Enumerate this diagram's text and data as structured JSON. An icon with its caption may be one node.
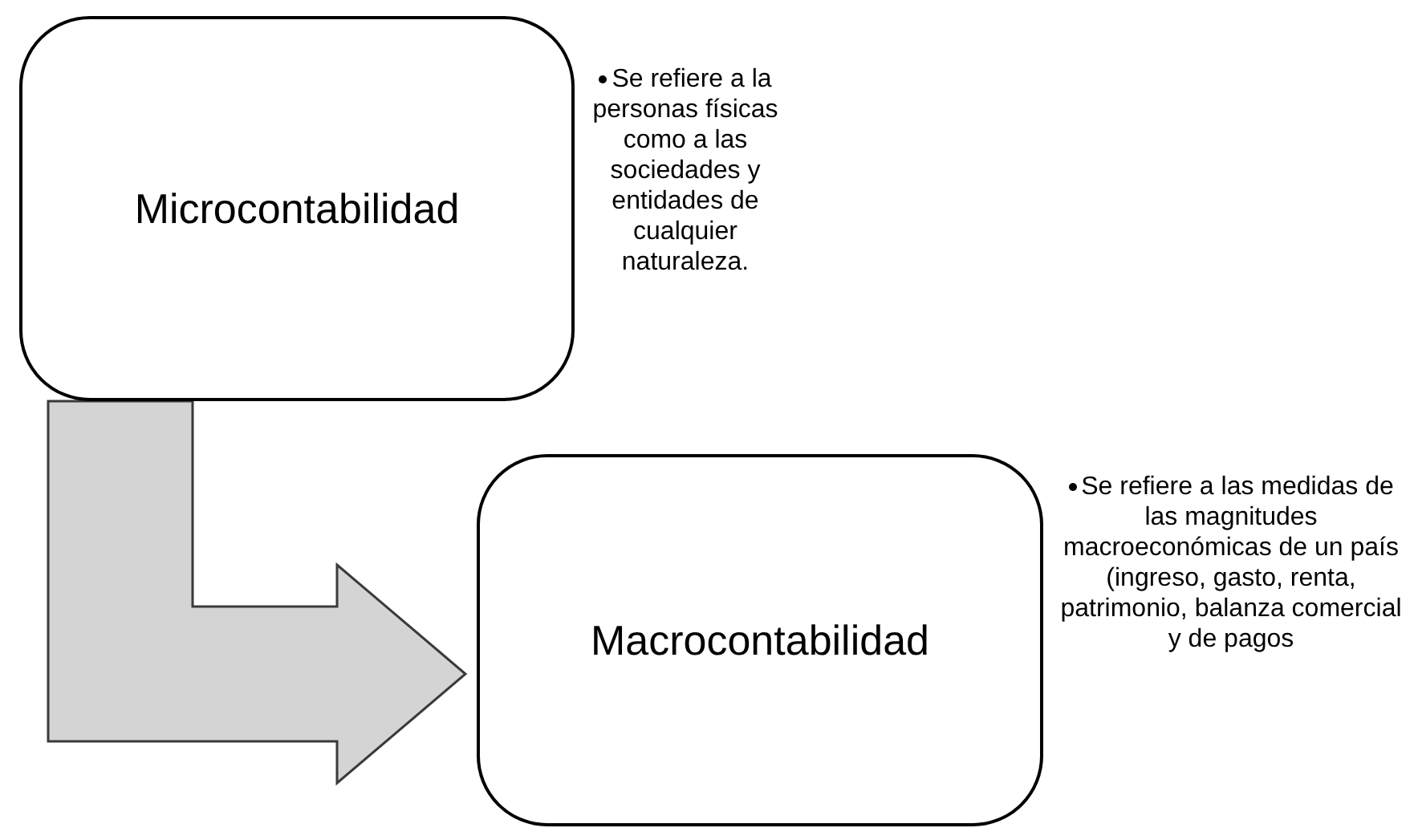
{
  "diagram": {
    "nodes": [
      {
        "text": [
          "Microcontabilidad"
        ],
        "beside": [
          "Se refiere a la personas físicas como a las sociedades y entidades de cualquier naturaleza."
        ]
      },
      {
        "text": [
          "Macrocontabilidad"
        ],
        "beside": [
          "Se refiere a las medidas de las magnitudes macroeconómicas de un país (ingreso, gasto, renta, patrimonio, balanza comercial y de pagos"
        ]
      }
    ],
    "edges": [
      {
        "from": 0,
        "to": 1,
        "arrow": "to",
        "style": "thick"
      }
    ]
  }
}
